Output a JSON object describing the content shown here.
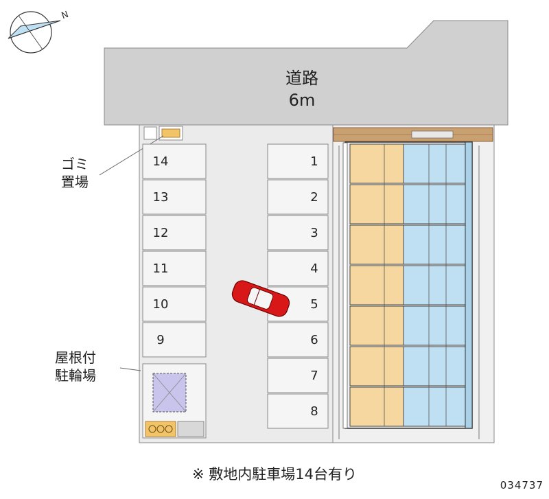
{
  "compass": {
    "direction_label": "N",
    "icon": "compass-icon"
  },
  "road": {
    "name": "道路",
    "width": "6m"
  },
  "garbage": {
    "label_line1": "ゴミ",
    "label_line2": "置場"
  },
  "bike_parking": {
    "label_line1": "屋根付",
    "label_line2": "駐輪場"
  },
  "parking_left": [
    "14",
    "13",
    "12",
    "11",
    "10",
    "9"
  ],
  "parking_right": [
    "1",
    "2",
    "3",
    "4",
    "5",
    "6",
    "7",
    "8"
  ],
  "footer": {
    "note": "※ 敷地内駐車場14台有り",
    "code": "034737"
  },
  "colors": {
    "road": "#d0d0d0",
    "lot": "#ebebeb",
    "unit_orange": "#f6d7a0",
    "unit_blue": "#bfe0f2",
    "brick": "#c9a070",
    "car": "#d81818"
  }
}
